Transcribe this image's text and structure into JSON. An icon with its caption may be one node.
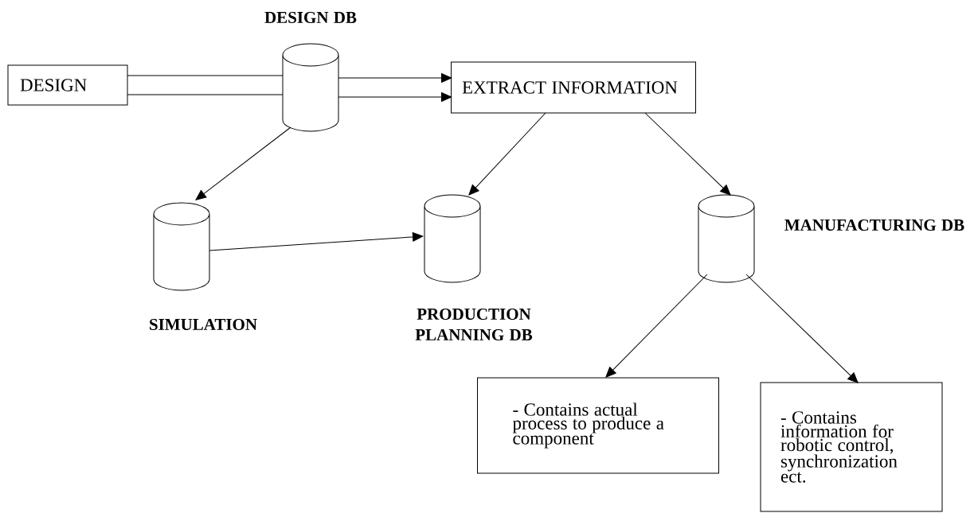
{
  "diagram": {
    "nodes": [
      {
        "text": [
          "DESIGN"
        ]
      },
      {
        "text": [
          "DESIGN DB"
        ]
      },
      {
        "text": [
          "EXTRACT INFORMATION"
        ]
      },
      {
        "text": [
          "SIMULATION"
        ]
      },
      {
        "text": [
          "PRODUCTION PLANNING DB"
        ]
      },
      {
        "text": [
          "MANUFACTURING DB"
        ]
      },
      {
        "text": [
          "- Contains actual process to produce a component"
        ]
      },
      {
        "text": [
          "- Contains information for robotic control, synchronization ect."
        ]
      }
    ],
    "edges": [
      {
        "from": 0,
        "to": 1,
        "arrow": "none"
      },
      {
        "from": 0,
        "to": 1,
        "arrow": "none"
      },
      {
        "from": 1,
        "to": 2,
        "arrow": "to"
      },
      {
        "from": 1,
        "to": 2,
        "arrow": "to"
      },
      {
        "from": 1,
        "to": 3,
        "arrow": "to"
      },
      {
        "from": 2,
        "to": 4,
        "arrow": "to"
      },
      {
        "from": 2,
        "to": 5,
        "arrow": "to"
      },
      {
        "from": 3,
        "to": 4,
        "arrow": "to"
      },
      {
        "from": 5,
        "to": 6,
        "arrow": "to"
      },
      {
        "from": 5,
        "to": 7,
        "arrow": "to"
      }
    ]
  }
}
